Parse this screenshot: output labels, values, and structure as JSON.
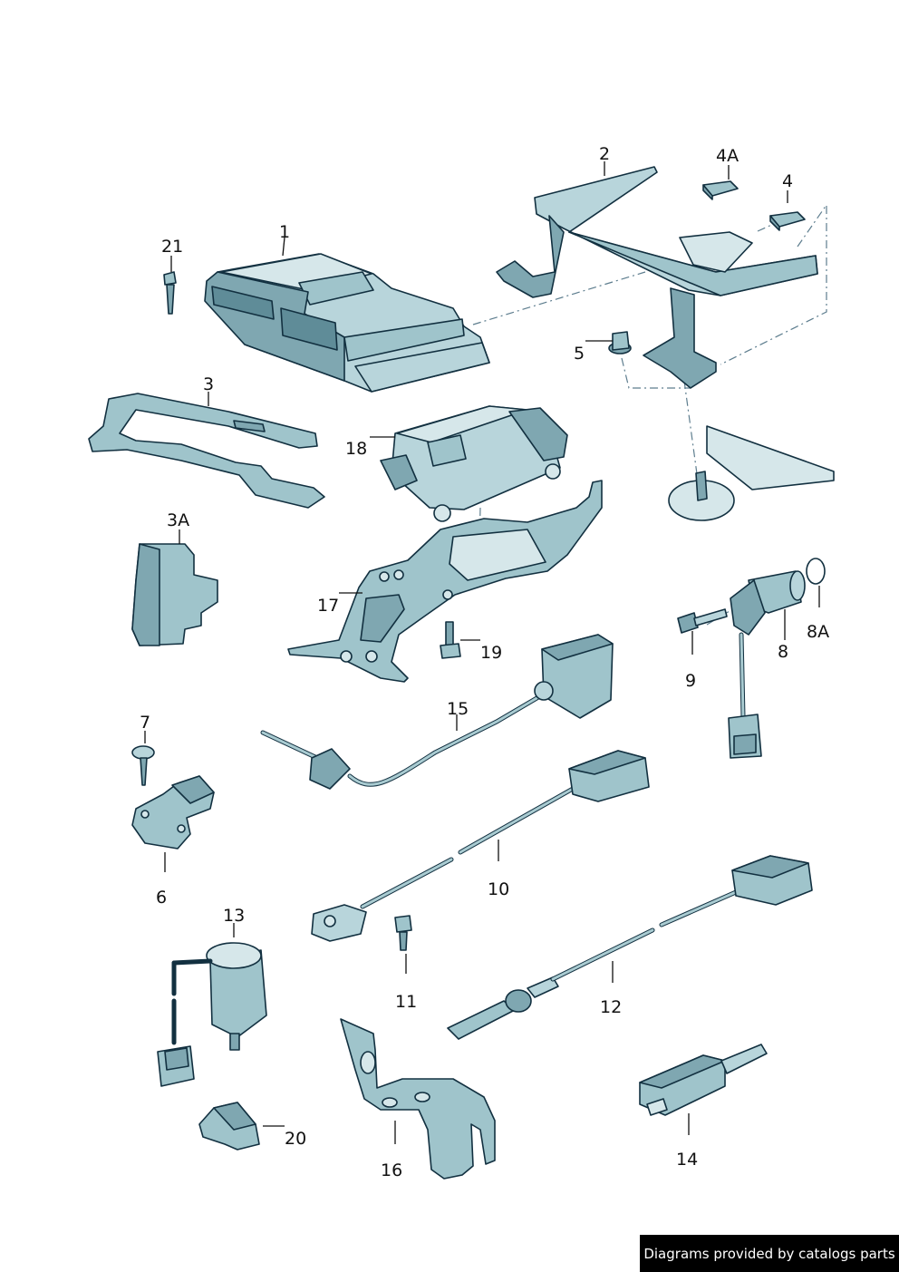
{
  "labels": {
    "p1": "1",
    "p2": "2",
    "p3": "3",
    "p3A": "3A",
    "p4": "4",
    "p4A": "4A",
    "p5": "5",
    "p6": "6",
    "p7": "7",
    "p8": "8",
    "p8A": "8A",
    "p9": "9",
    "p10": "10",
    "p11": "11",
    "p12": "12",
    "p13": "13",
    "p14": "14",
    "p15": "15",
    "p16": "16",
    "p17": "17",
    "p18": "18",
    "p19": "19",
    "p20": "20",
    "p21": "21"
  },
  "footer": {
    "text": "Diagrams provided by catalogs parts"
  },
  "colors": {
    "part_fill": "#9fc4cb",
    "outline": "#123040",
    "dash_line": "#5d7d8e",
    "footer_bg": "#000000"
  }
}
